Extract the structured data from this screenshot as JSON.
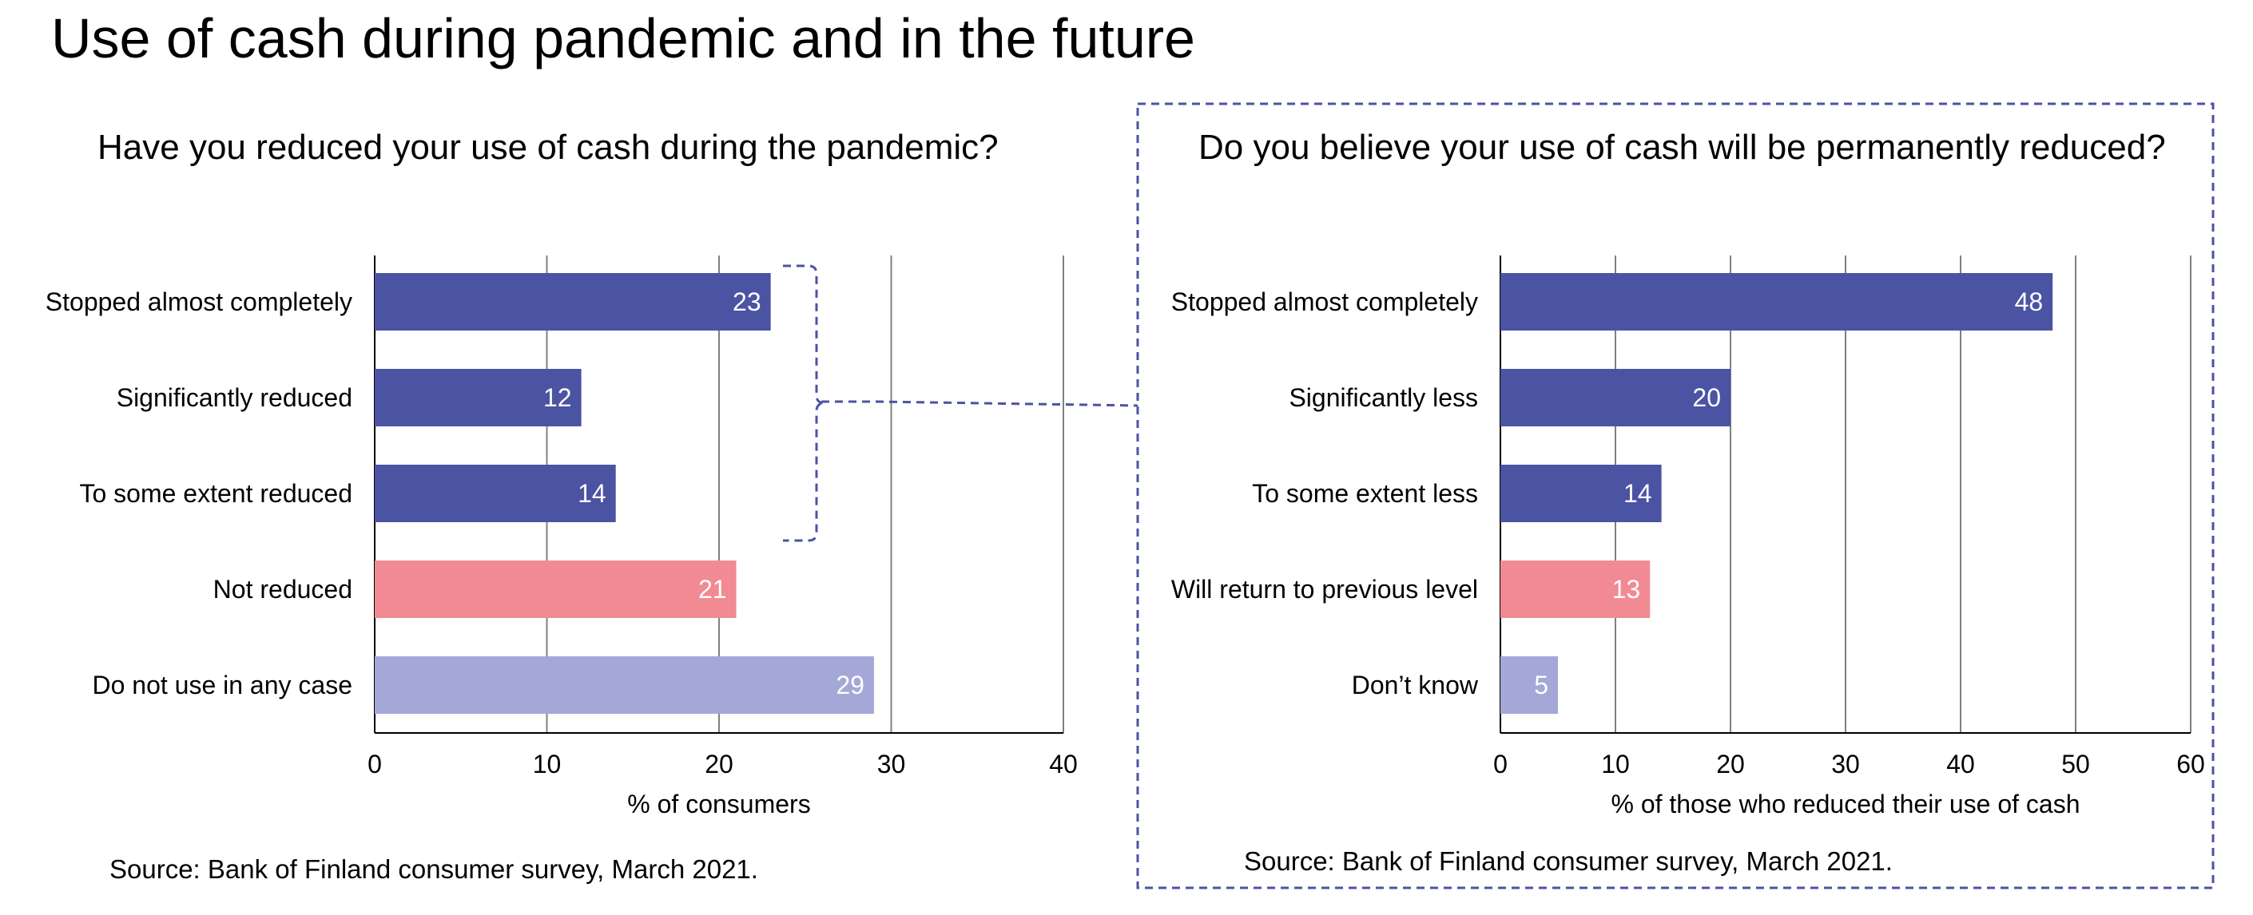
{
  "title": "Use of cash during pandemic and in the future",
  "colors": {
    "dark": "#4B53A3",
    "pink": "#F28A93",
    "light": "#A3A8D6",
    "connector": "#4B53A3",
    "grid": "#808080"
  },
  "chart_data": [
    {
      "type": "bar",
      "orientation": "horizontal",
      "title": "Have you reduced your use of cash during the pandemic?",
      "categories": [
        "Stopped almost completely",
        "Significantly reduced",
        "To some extent reduced",
        "Not reduced",
        "Do not use in any case"
      ],
      "values": [
        23,
        12,
        14,
        21,
        29
      ],
      "bar_colors": [
        "dark",
        "dark",
        "dark",
        "pink",
        "light"
      ],
      "xlabel": "% of consumers",
      "xlim": [
        0,
        40
      ],
      "xticks": [
        0,
        10,
        20,
        30,
        40
      ],
      "grid": true,
      "source": "Source: Bank of Finland consumer survey, March 2021."
    },
    {
      "type": "bar",
      "orientation": "horizontal",
      "title": "Do you believe your use of cash will be permanently reduced?",
      "categories": [
        "Stopped almost completely",
        "Significantly less",
        "To some extent less",
        "Will return to previous level",
        "Don’t know"
      ],
      "values": [
        48,
        20,
        14,
        13,
        5
      ],
      "bar_colors": [
        "dark",
        "dark",
        "dark",
        "pink",
        "light"
      ],
      "xlabel": "% of those who reduced their use of cash",
      "xlim": [
        0,
        60
      ],
      "xticks": [
        0,
        10,
        20,
        30,
        40,
        50,
        60
      ],
      "grid": true,
      "source": "Source: Bank of Finland consumer survey, March 2021."
    }
  ]
}
